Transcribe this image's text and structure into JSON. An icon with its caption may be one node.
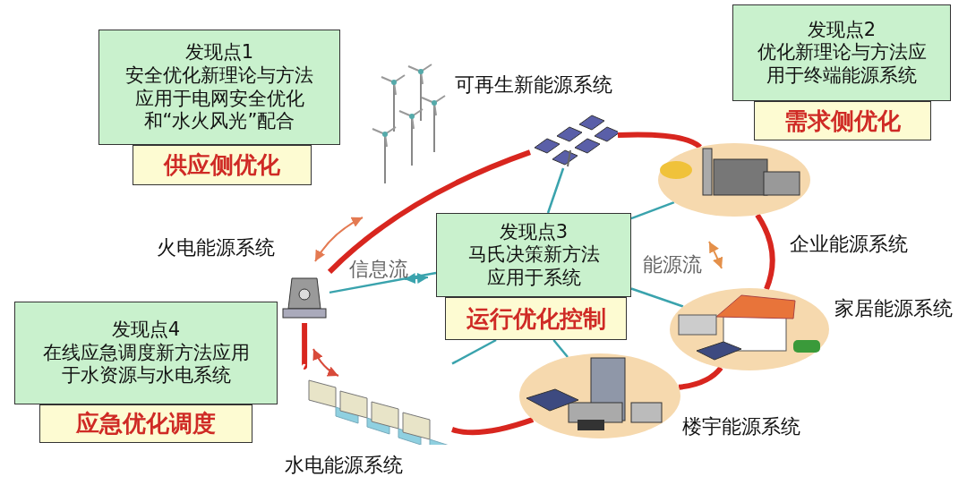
{
  "diagram": {
    "nodes": [
      {
        "text": [
          "发现点1",
          "安全优化新理论与方法应用于电网安全优化和“水火风光”配合"
        ]
      },
      {
        "text": [
          "供应侧优化"
        ]
      },
      {
        "text": [
          "发现点2",
          "优化新理论与方法应用于终端能源系统"
        ]
      },
      {
        "text": [
          "需求侧优化"
        ]
      },
      {
        "text": [
          "发现点3",
          "马氏决策新方法应用于系统"
        ]
      },
      {
        "text": [
          "运行优化控制"
        ]
      },
      {
        "text": [
          "发现点4",
          "在线应急调度新方法应用于水资源与水电系统"
        ]
      },
      {
        "text": [
          "应急优化调度"
        ]
      },
      {
        "text": [],
        "shape": "picture",
        "beside": [
          "可再生新能源系统"
        ]
      },
      {
        "text": [],
        "shape": "picture",
        "beside": [
          "企业能源系统"
        ]
      },
      {
        "text": [],
        "shape": "picture",
        "beside": [
          "家居能源系统"
        ]
      },
      {
        "text": [],
        "shape": "picture",
        "beside": [
          "楼宇能源系统"
        ]
      },
      {
        "text": [],
        "shape": "picture",
        "beside": [
          "水电能源系统"
        ]
      },
      {
        "text": [],
        "shape": "picture",
        "beside": [
          "火电能源系统"
        ]
      }
    ],
    "edges": [
      {
        "from": 4,
        "to": 8,
        "arrow": "none"
      },
      {
        "from": 4,
        "to": 9,
        "arrow": "none"
      },
      {
        "from": 4,
        "to": 10,
        "arrow": "none"
      },
      {
        "from": 5,
        "to": 11,
        "arrow": "none"
      },
      {
        "from": 5,
        "to": 12,
        "arrow": "none"
      },
      {
        "from": 4,
        "to": 13,
        "arrow": "none"
      },
      {
        "from": 13,
        "to": 8,
        "arrow": "none",
        "style": "thick",
        "color": "#d8261f"
      },
      {
        "from": 8,
        "to": 9,
        "arrow": "none",
        "style": "thick",
        "color": "#d8261f"
      },
      {
        "from": 9,
        "to": 10,
        "arrow": "none",
        "style": "thick",
        "color": "#d8261f"
      },
      {
        "from": 10,
        "to": 11,
        "arrow": "none",
        "style": "thick",
        "color": "#d8261f"
      },
      {
        "from": 11,
        "to": 12,
        "arrow": "none",
        "style": "thick",
        "color": "#d8261f"
      },
      {
        "from": 12,
        "to": 13,
        "arrow": "none",
        "style": "thick",
        "color": "#d8261f"
      }
    ],
    "labels": [
      "信息流",
      "能源流"
    ]
  }
}
